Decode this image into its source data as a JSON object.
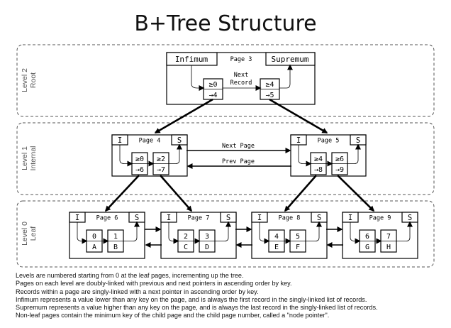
{
  "title": "B+Tree Structure",
  "levels": [
    {
      "line1": "Level 2",
      "line2": "Root"
    },
    {
      "line1": "Level 1",
      "line2": "Internal"
    },
    {
      "line1": "Level 0",
      "line2": "Leaf"
    }
  ],
  "root": {
    "infimum": "Infimum",
    "page": "Page 3",
    "supremum": "Supremum",
    "next_record_1": "Next",
    "next_record_2": "Record",
    "records": [
      {
        "key": "≥0",
        "ptr": "→4"
      },
      {
        "key": "≥4",
        "ptr": "→5"
      }
    ]
  },
  "internal": [
    {
      "i": "I",
      "page": "Page 4",
      "s": "S",
      "records": [
        {
          "key": "≥0",
          "ptr": "→6"
        },
        {
          "key": "≥2",
          "ptr": "→7"
        }
      ]
    },
    {
      "i": "I",
      "page": "Page 5",
      "s": "S",
      "records": [
        {
          "key": "≥4",
          "ptr": "→8"
        },
        {
          "key": "≥6",
          "ptr": "→9"
        }
      ]
    }
  ],
  "internal_links": {
    "next": "Next Page",
    "prev": "Prev Page"
  },
  "leaves": [
    {
      "i": "I",
      "page": "Page 6",
      "s": "S",
      "records": [
        {
          "key": "0",
          "val": "A"
        },
        {
          "key": "1",
          "val": "B"
        }
      ]
    },
    {
      "i": "I",
      "page": "Page 7",
      "s": "S",
      "records": [
        {
          "key": "2",
          "val": "C"
        },
        {
          "key": "3",
          "val": "D"
        }
      ]
    },
    {
      "i": "I",
      "page": "Page 8",
      "s": "S",
      "records": [
        {
          "key": "4",
          "val": "E"
        },
        {
          "key": "5",
          "val": "F"
        }
      ]
    },
    {
      "i": "I",
      "page": "Page 9",
      "s": "S",
      "records": [
        {
          "key": "6",
          "val": "G"
        },
        {
          "key": "7",
          "val": "H"
        }
      ]
    }
  ],
  "notes": [
    "Levels are numbered starting from 0 at the leaf pages, incrementing up the tree.",
    "Pages on each level are doubly-linked with previous and next pointers in ascending order by key.",
    "Records within a page are singly-linked with a next pointer in ascending order by key.",
    "Infimum represents a value lower than any key on the page, and is always the first record in the singly-linked list of records.",
    "Supremum represents a value higher than any key on the page, and is always the last record in the singly-linked list of records.",
    "Non-leaf pages contain the minimum key of the child page and the child page number, called a \"node pointer\"."
  ]
}
